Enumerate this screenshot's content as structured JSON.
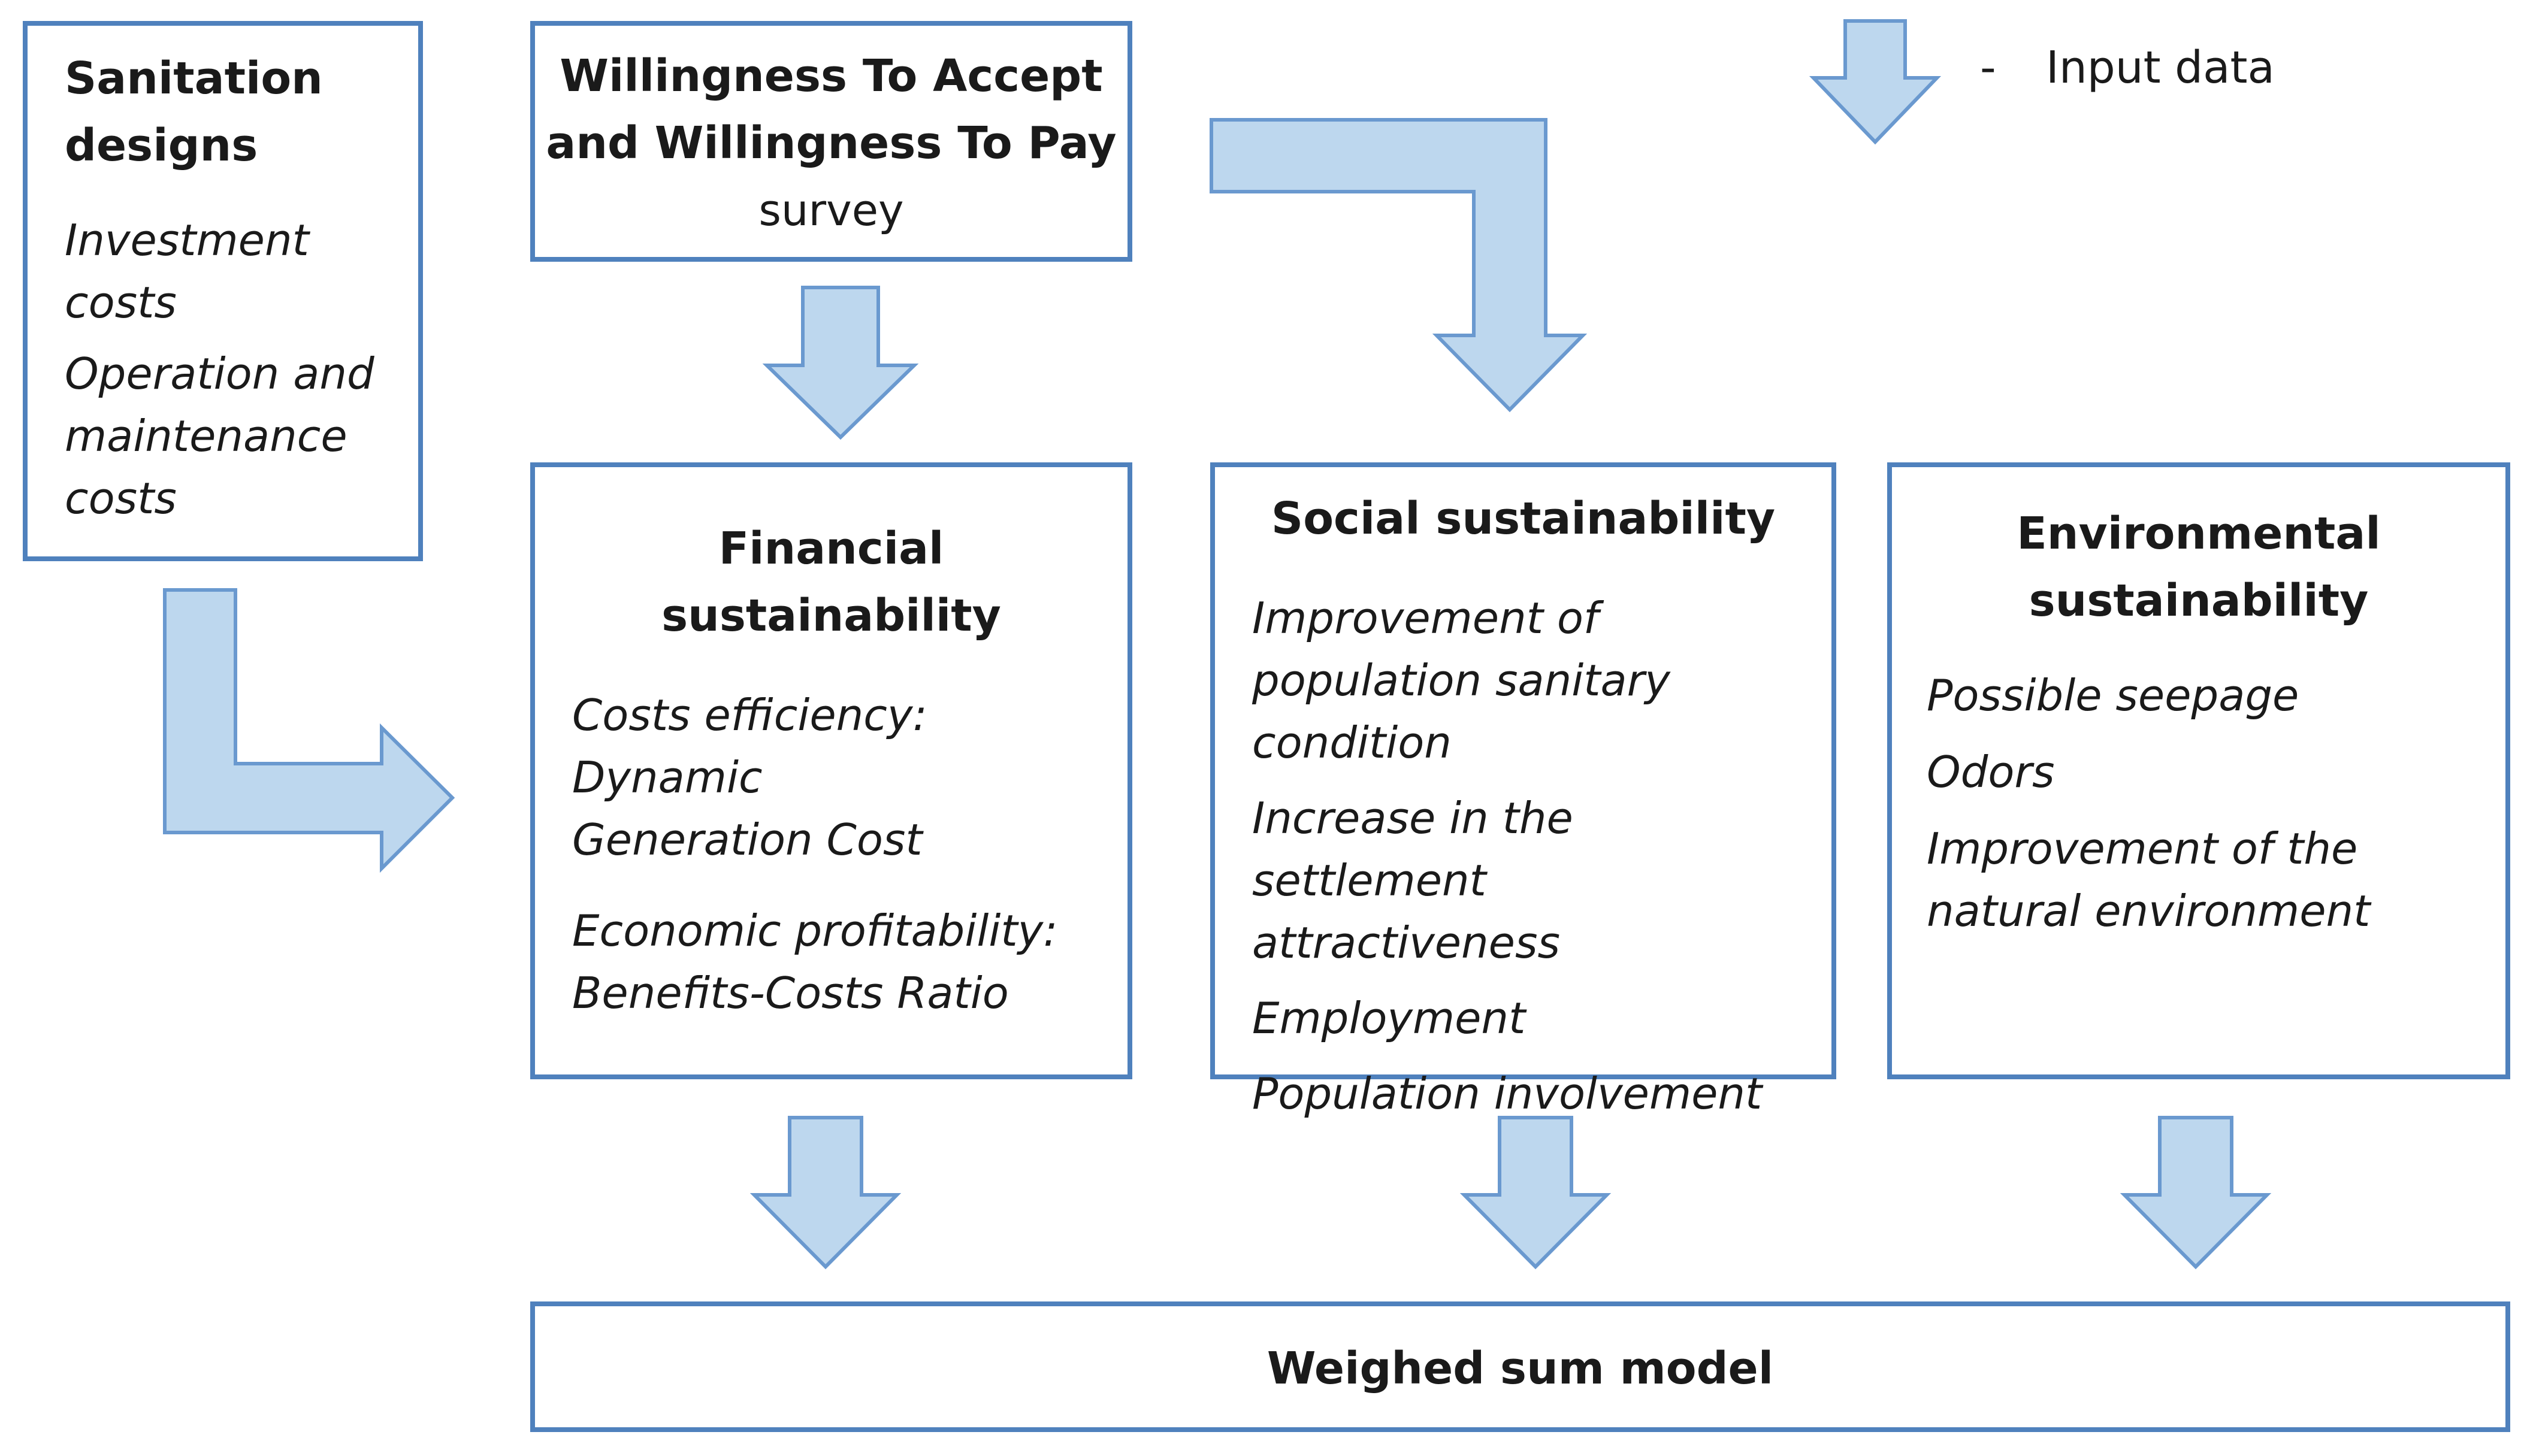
{
  "legend": {
    "dash": "-",
    "label": "Input data"
  },
  "nodes": {
    "sanitation": {
      "title": [
        "Sanitation",
        "designs"
      ],
      "items": [
        [
          "Investment",
          "costs"
        ],
        [
          "Operation and",
          "maintenance",
          "costs"
        ]
      ]
    },
    "survey": {
      "lines": [
        "Willingness To Accept",
        "and Willingness To Pay"
      ],
      "last_line": "survey"
    },
    "financial": {
      "title": "Financial sustainability",
      "items": [
        [
          "Costs efficiency: Dynamic",
          "Generation Cost"
        ],
        [
          "Economic profitability:",
          "Benefits-Costs Ratio"
        ]
      ]
    },
    "social": {
      "title": "Social sustainability",
      "items": [
        [
          "Improvement of",
          "population sanitary",
          "condition"
        ],
        [
          "Increase in the settlement",
          "attractiveness"
        ],
        [
          "Employment"
        ],
        [
          "Population involvement"
        ]
      ]
    },
    "environmental": {
      "title": [
        "Environmental",
        "sustainability"
      ],
      "items": [
        [
          "Possible seepage"
        ],
        [
          "Odors"
        ],
        [
          "Improvement of the",
          "natural environment"
        ]
      ]
    },
    "weighed": {
      "title": "Weighed sum model"
    }
  },
  "colors": {
    "box_border": "#4f81bd",
    "arrow_fill": "#bdd7ee",
    "arrow_stroke": "#6a99cf"
  }
}
